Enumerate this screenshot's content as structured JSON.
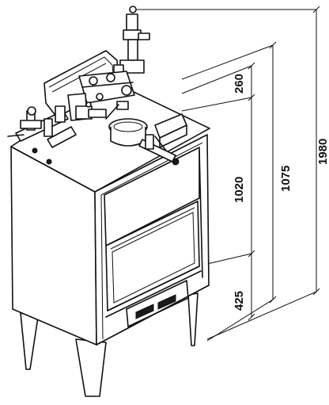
{
  "dimensions": {
    "d260": "260",
    "d1020": "1020",
    "d425": "425",
    "d1075": "1075",
    "d1980": "1980"
  },
  "colors": {
    "ink": "#111111",
    "background": "#ffffff"
  }
}
